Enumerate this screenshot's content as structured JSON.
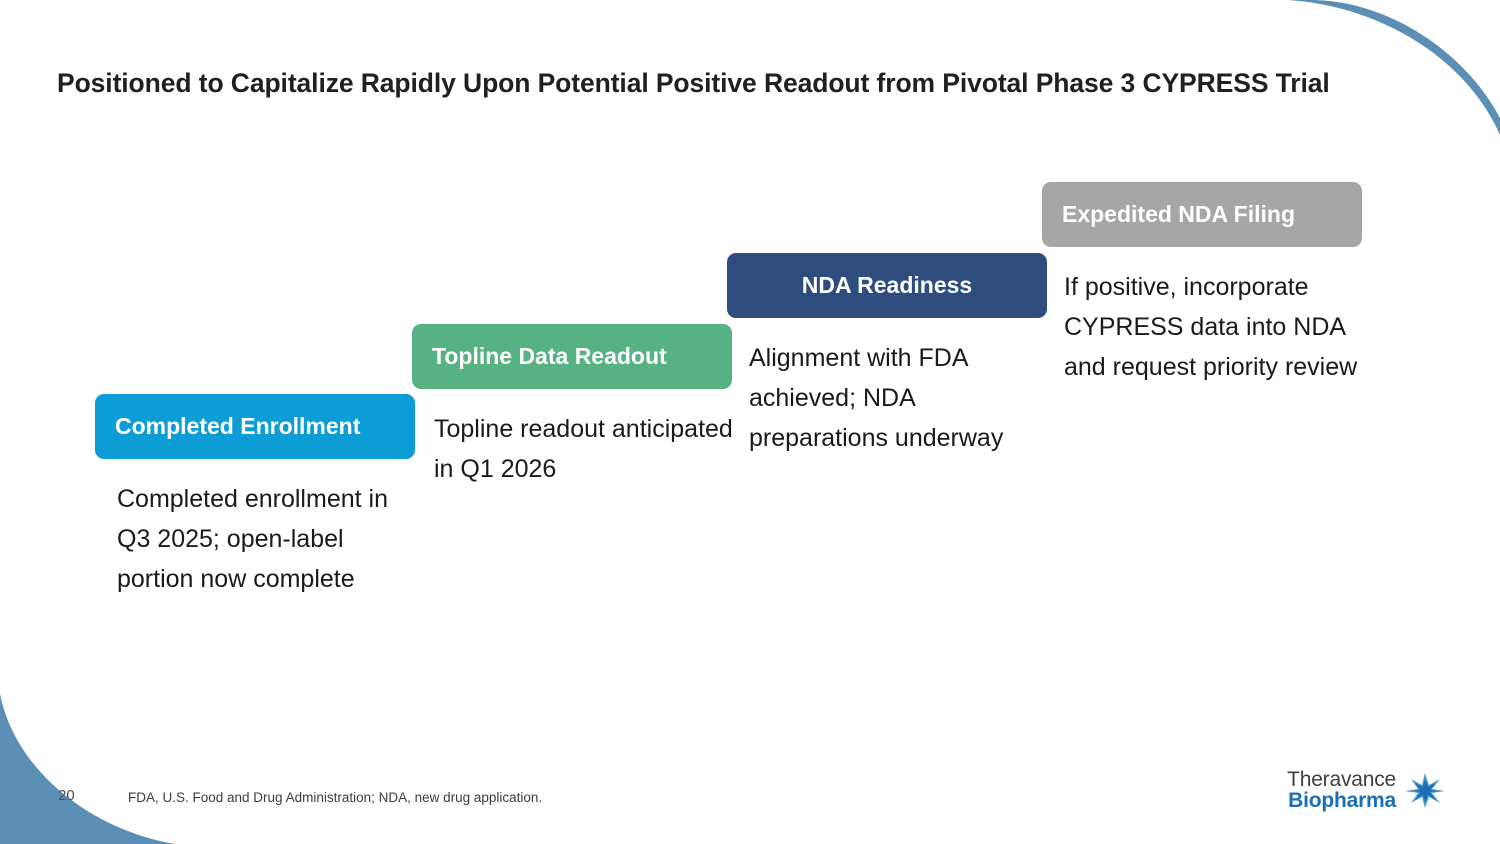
{
  "slide": {
    "title": "Positioned to Capitalize Rapidly Upon Potential Positive Readout from Pivotal Phase 3 CYPRESS Trial",
    "page_number": "20",
    "footnote": "FDA, U.S. Food and Drug Administration; NDA, new drug application."
  },
  "steps": [
    {
      "label": "Completed Enrollment",
      "body": "Completed enrollment in Q3 2025; open-label portion now complete",
      "color": "#0D9DD6",
      "align": "left"
    },
    {
      "label": "Topline Data Readout",
      "body": "Topline readout anticipated in Q1 2026",
      "color": "#57B283",
      "align": "left"
    },
    {
      "label": "NDA Readiness",
      "body": "Alignment with FDA achieved; NDA preparations underway",
      "color": "#2E4D7E",
      "align": "center"
    },
    {
      "label": "Expedited NDA Filing",
      "body": "If positive, incorporate CYPRESS data into NDA and request priority review",
      "color": "#A6A6A6",
      "align": "left"
    }
  ],
  "logo": {
    "line_1": "Theravance",
    "line_2": "Biopharma",
    "wordmark_color": "#3f3f44",
    "brand_color": "#1b6fb5"
  },
  "decoration": {
    "arc_color": "#5B8FB5",
    "corner_color": "#5B8FB5"
  }
}
